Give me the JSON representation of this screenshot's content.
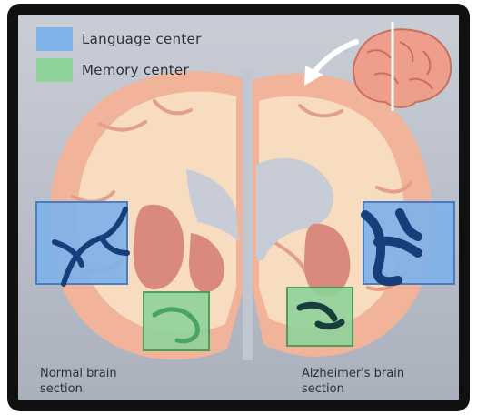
{
  "legend": [
    {
      "label": "Language center",
      "color": "#7fb2ea"
    },
    {
      "label": "Memory center",
      "color": "#8fd39a"
    }
  ],
  "captions": {
    "normal": "Normal brain\nsection",
    "alzheimers": "Alzheimer's brain\nsection"
  },
  "colors": {
    "background": "#c1c6d0",
    "frame": "#111111",
    "cortex": "#f1b39a",
    "white_matter": "#f7dcc0",
    "ventricle": "#c7ccd6",
    "deep_structure": "#d98a7c"
  },
  "icons": {
    "side_brain": "brain-side-view-icon",
    "arrow": "curved-arrow-icon"
  }
}
